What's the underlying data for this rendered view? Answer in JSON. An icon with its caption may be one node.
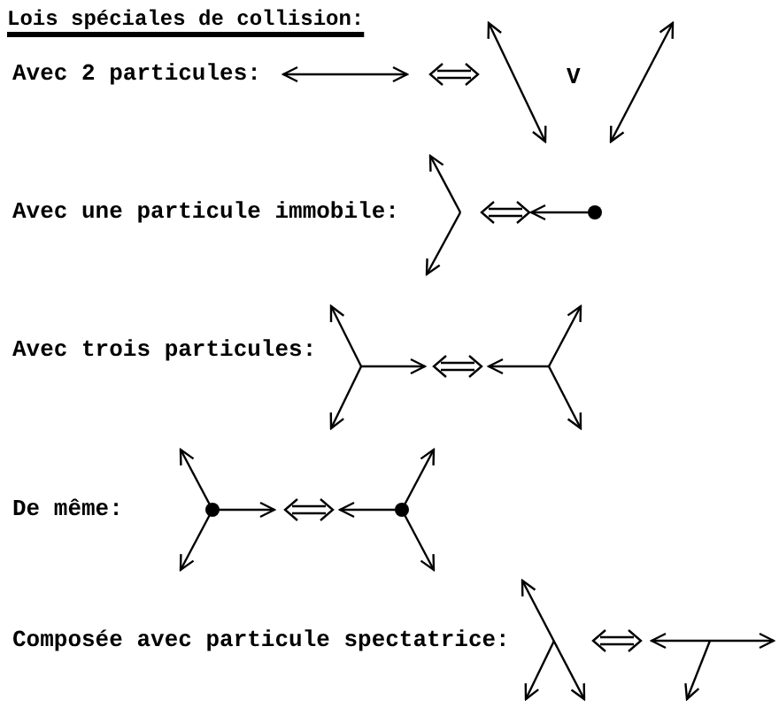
{
  "diagram": {
    "title": "Lois spéciales de collision:",
    "labels": [
      "Avec 2 particules:",
      "V",
      "Avec une particule immobile:",
      "Avec trois particules:",
      "De même:",
      "Composée avec particule spectatrice:"
    ]
  }
}
